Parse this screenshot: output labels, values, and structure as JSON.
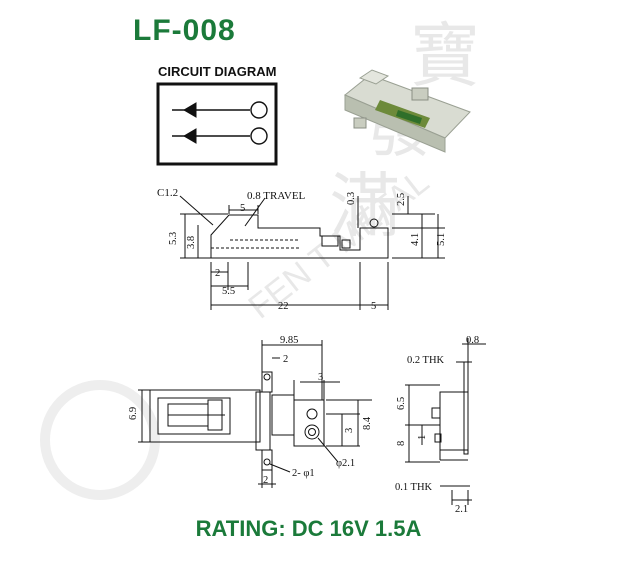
{
  "title": "LF-008",
  "rating": "RATING: DC 16V 1.5A",
  "circuit": {
    "label": "CIRCUIT DIAGRAM"
  },
  "watermark": {
    "chars": [
      "滿",
      "發",
      "寶"
    ],
    "text": "FEN T METAL"
  },
  "side_view": {
    "c_label": "C1.2",
    "travel": "0.8 TRAVEL",
    "d5_top": "5",
    "d03": "0.3",
    "d25": "2.5",
    "d53": "5.3",
    "d38": "3.8",
    "d41": "4.1",
    "d51": "5.1",
    "d2": "2",
    "d55": "5.5",
    "d22": "22",
    "d5_bottom": "5"
  },
  "bottom_view": {
    "d985": "9.85",
    "d2_top": "2",
    "d3_top": "3",
    "d69": "6.9",
    "d3_mid": "3",
    "d84": "8.4",
    "d2_bottom": "2",
    "hole_small": "2- φ1",
    "hole_large": "φ2.1"
  },
  "end_view": {
    "d08": "0.8",
    "thk02": "0.2 THK",
    "d65": "6.5",
    "d8": "8",
    "d1": "1",
    "thk01": "0.1 THK",
    "d21": "2.1"
  },
  "colors": {
    "brand": "#1b7a3a",
    "line": "#111111",
    "watermark": "#e6e6e6"
  }
}
